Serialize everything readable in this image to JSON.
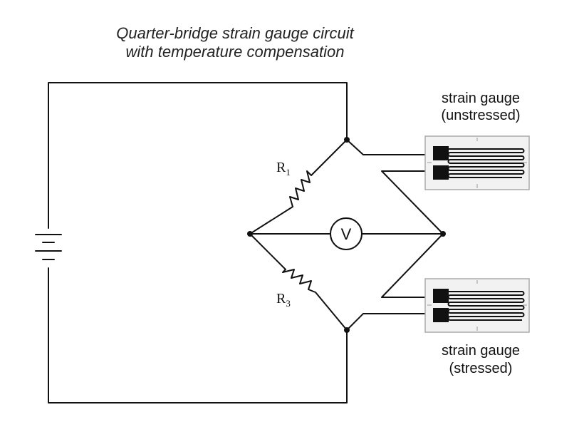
{
  "title": {
    "line1": "Quarter-bridge strain gauge circuit",
    "line2": "with temperature compensation"
  },
  "gauges": {
    "top": {
      "line1": "strain gauge",
      "line2": "(unstressed)"
    },
    "bottom": {
      "line1": "strain gauge",
      "line2": "(stressed)"
    }
  },
  "resistors": {
    "r1": {
      "letter": "R",
      "sub": "1"
    },
    "r3": {
      "letter": "R",
      "sub": "3"
    }
  },
  "meter": {
    "symbol": "V"
  },
  "colors": {
    "wire": "#111111",
    "gauge_frame": "#aaaaaa",
    "gauge_bg": "#f2f2f2"
  }
}
